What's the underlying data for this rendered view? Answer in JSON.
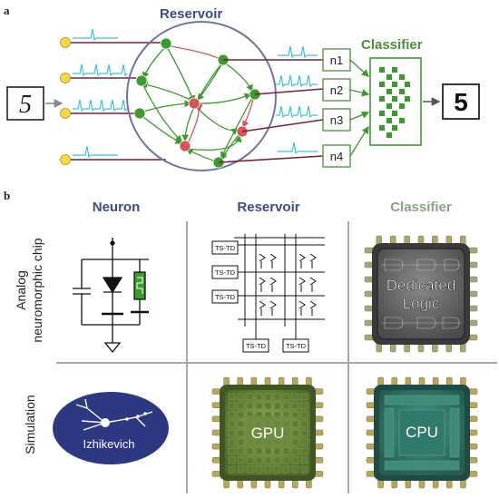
{
  "panel_a": {
    "label": "a",
    "reservoir_title": "Reservoir",
    "classifier_title": "Classifier",
    "input_digit": "5",
    "output_digit": "5",
    "readouts": [
      "n1",
      "n2",
      "n3",
      "n4"
    ]
  },
  "panel_b": {
    "label": "b",
    "col_neuron": "Neuron",
    "col_reservoir": "Reservoir",
    "col_classifier": "Classifier",
    "row_analog_1": "Analog",
    "row_analog_2": "neuromorphic chip",
    "row_simulation": "Simulation",
    "tstd": "TS-TD",
    "dedicated_1": "Dedicated",
    "dedicated_2": "Logic",
    "izhikevich": "Izhikevich",
    "gpu": "GPU",
    "cpu": "CPU"
  },
  "colors": {
    "reservoir_title": "#3e4a8c",
    "classifier_title": "#4a8f3a",
    "classifier_title_b": "#8aa38a",
    "node_green": "#3c9a2f",
    "node_red": "#d9525a",
    "input_yellow": "#f5d84b",
    "trace_cyan": "#3fc1e0",
    "wire_maroon": "#7a2233",
    "izhikevich_bg": "#2e3782",
    "gpu_green": "#6f8f3c",
    "cpu_teal": "#2f7a6c",
    "logic_gray": "#666666"
  }
}
